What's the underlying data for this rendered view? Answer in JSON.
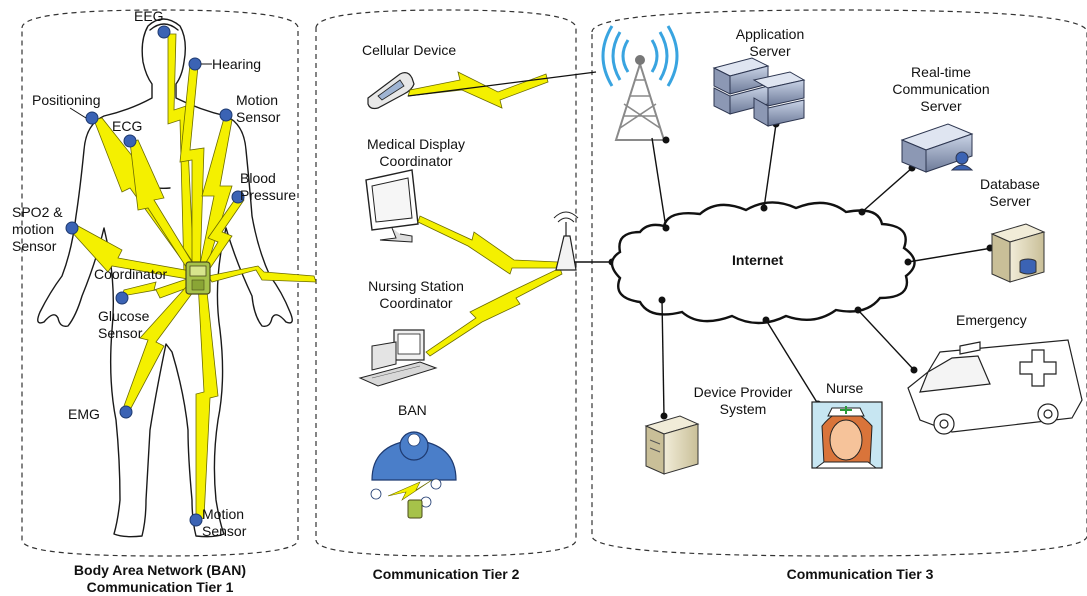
{
  "tiers": {
    "tier1": "Body Area Network (BAN)\nCommunication Tier 1",
    "tier2": "Communication Tier 2",
    "tier3": "Communication Tier 3"
  },
  "sensors": {
    "eeg": "EEG",
    "hearing": "Hearing",
    "positioning": "Positioning",
    "motion_upper": "Motion\nSensor",
    "ecg": "ECG",
    "blood_pressure": "Blood\nPressure",
    "spo2": "SPO2 &\nmotion\nSensor",
    "coordinator": "Coordinator",
    "glucose": "Glucose\nSensor",
    "emg": "EMG",
    "motion_lower": "Motion\nSensor"
  },
  "tier2_devices": {
    "cellular": "Cellular Device",
    "medical_display": "Medical Display\nCoordinator",
    "nursing_station": "Nursing Station\nCoordinator",
    "ban": "BAN"
  },
  "tier3_nodes": {
    "internet": "Internet",
    "application_server": "Application\nServer",
    "realtime_server": "Real-time\nCommunication\nServer",
    "database_server": "Database\nServer",
    "emergency": "Emergency",
    "nurse": "Nurse",
    "device_provider": "Device Provider\nSystem"
  },
  "colors": {
    "sensor_blue": "#3b63b4",
    "lightning_yellow": "#f4f000",
    "body_outline": "#1a1a1a",
    "coordinator_green": "#a6c24a"
  }
}
